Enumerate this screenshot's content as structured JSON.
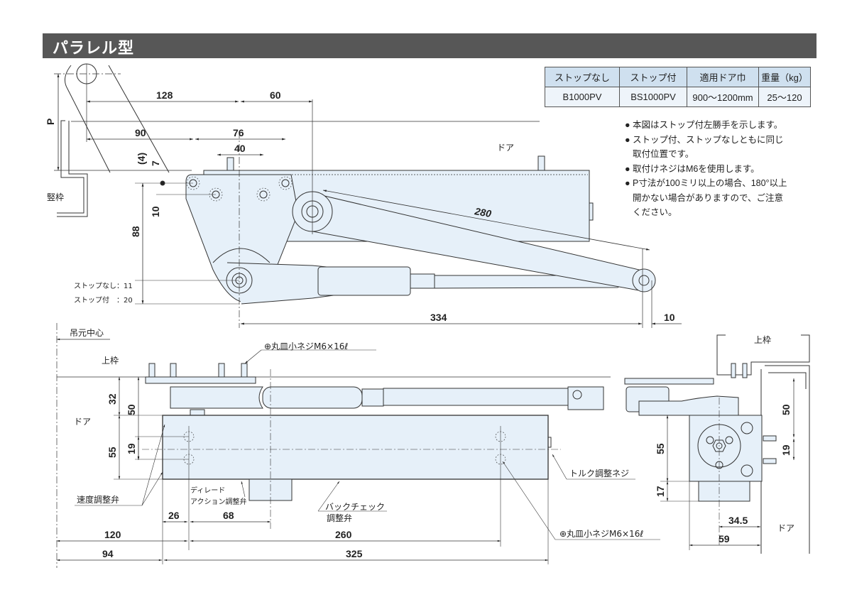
{
  "header": {
    "title": "パラレル型"
  },
  "spec_table": {
    "headers": [
      "ストップなし",
      "ストップ付",
      "適用ドア巾",
      "重量（kg）"
    ],
    "rows": [
      [
        "B1000PV",
        "BS1000PV",
        "900〜1200mm",
        "25〜120"
      ]
    ]
  },
  "notes": [
    {
      "bullet": "●",
      "text": "本図はストップ付左勝手を示します。"
    },
    {
      "bullet": "●",
      "text": "ストップ付、ストップなしともに同じ"
    },
    {
      "bullet": "",
      "text": "取付位置です。"
    },
    {
      "bullet": "●",
      "text": "取付けネジはM6を使用します。"
    },
    {
      "bullet": "●",
      "text": "P寸法が100ミリ以上の場合、180°以上"
    },
    {
      "bullet": "",
      "text": "開かない場合がありますので、ご注意"
    },
    {
      "bullet": "",
      "text": "ください。"
    }
  ],
  "top_view": {
    "labels": {
      "p": "P",
      "jamb": "竪枠",
      "door": "ドア",
      "stop_none": "ストップなし：11",
      "stop_with": "ストップ付　：20"
    },
    "dims": {
      "d128": "128",
      "d60": "60",
      "d90": "90",
      "d76": "76",
      "d40": "40",
      "d4": "(4)",
      "d7": "7",
      "d10": "10",
      "d88": "88",
      "d280": "280",
      "d334": "334",
      "d10b": "10"
    }
  },
  "front_view": {
    "labels": {
      "hinge_center": "吊元中心",
      "top_frame": "上枠",
      "door": "ドア",
      "screw_top": "⊕丸皿小ネジM6×16ℓ",
      "screw_bottom": "⊕丸皿小ネジM6×16ℓ",
      "speed_valve": "速度調整弁",
      "delay_1": "ディレード",
      "delay_2": "アクション調整弁",
      "backcheck_1": "バックチェック",
      "backcheck_2": "調整弁",
      "torque": "トルク調整ネジ"
    },
    "dims": {
      "d32": "32",
      "d50": "50",
      "d55": "55",
      "d19": "19",
      "d26": "26",
      "d68": "68",
      "d120": "120",
      "d260": "260",
      "d94": "94",
      "d325": "325"
    }
  },
  "side_view": {
    "labels": {
      "top_frame": "上枠",
      "door": "ドア"
    },
    "dims": {
      "d50": "50",
      "d19": "19",
      "d55": "55",
      "d17": "17",
      "d345": "34.5",
      "d59": "59"
    }
  },
  "colors": {
    "header_bg": "#575757",
    "table_head": "#cfe0ef",
    "table_body": "#eef4fa",
    "part_fill": "#e6f0f9"
  }
}
